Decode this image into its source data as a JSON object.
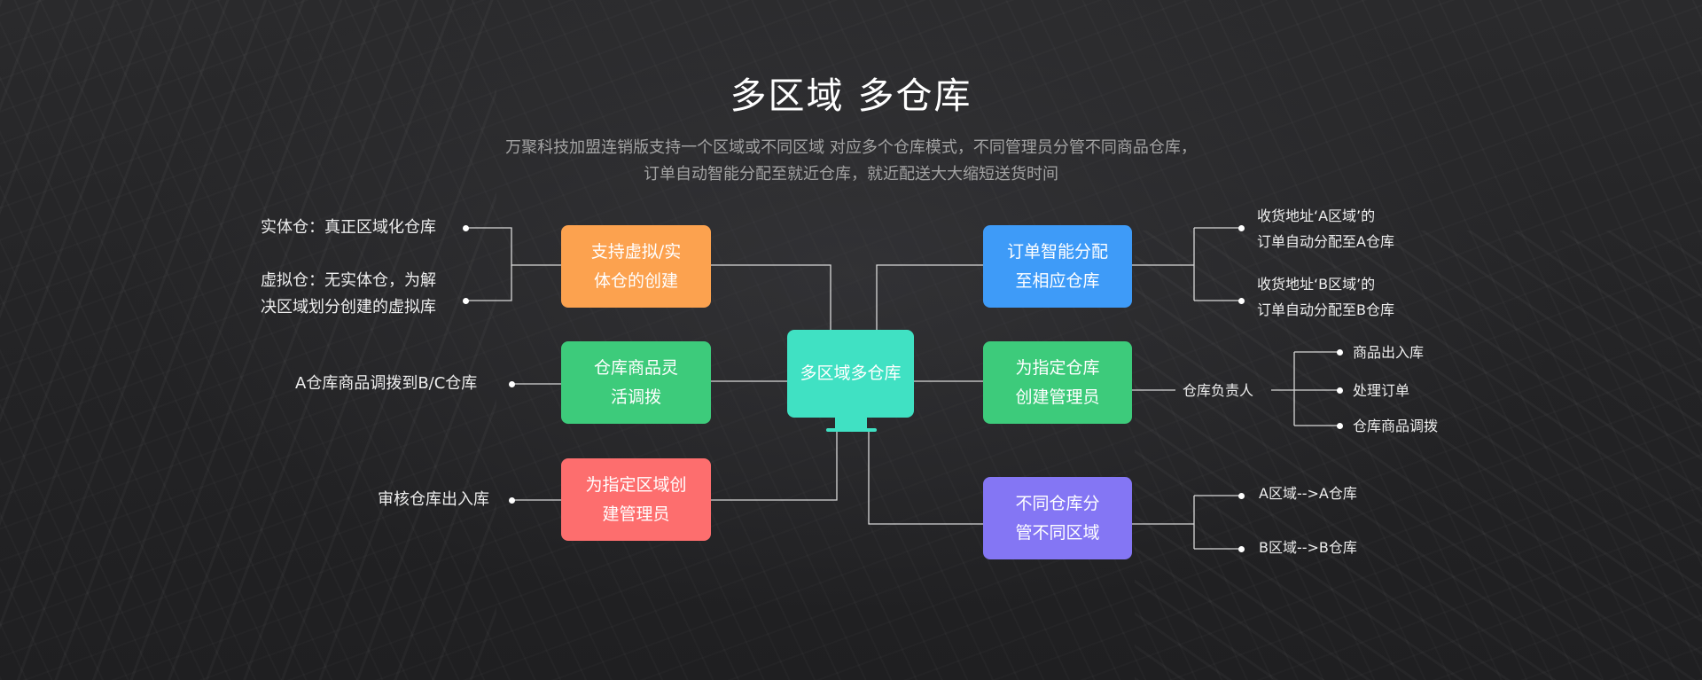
{
  "title": "多区域 多仓库",
  "subtitle_line1": "万聚科技加盟连销版支持一个区域或不同区域 对应多个仓库模式，不同管理员分管不同商品仓库，",
  "subtitle_line2": "订单自动智能分配至就近仓库，就近配送大大缩短送货时间",
  "center": {
    "label": "多区域多仓库"
  },
  "left": {
    "virtual_real": {
      "box": [
        "支持虚拟/实",
        "体仓的创建"
      ],
      "leaf1": "实体仓：真正区域化仓库",
      "leaf2": [
        "虚拟仓：无实体仓，为解",
        "决区域划分创建的虚拟库"
      ]
    },
    "transfer": {
      "box": [
        "仓库商品灵",
        "活调拨"
      ],
      "leaf": "A仓库商品调拨到B/C仓库"
    },
    "region_admin": {
      "box": [
        "为指定区域创",
        "建管理员"
      ],
      "leaf": "审核仓库出入库"
    }
  },
  "right": {
    "order_assign": {
      "box": [
        "订单智能分配",
        "至相应仓库"
      ],
      "leaf1": [
        "收货地址‘A区域’的",
        "订单自动分配至A仓库"
      ],
      "leaf2": [
        "收货地址‘B区域’的",
        "订单自动分配至B仓库"
      ]
    },
    "warehouse_admin": {
      "box": [
        "为指定仓库",
        "创建管理员"
      ],
      "middle": "仓库负责人",
      "leaves": [
        "商品出入库",
        "处理订单",
        "仓库商品调拨"
      ]
    },
    "region_split": {
      "box": [
        "不同仓库分",
        "管不同区域"
      ],
      "leaf1": "A区域-->A仓库",
      "leaf2": "B区域-->B仓库"
    }
  }
}
